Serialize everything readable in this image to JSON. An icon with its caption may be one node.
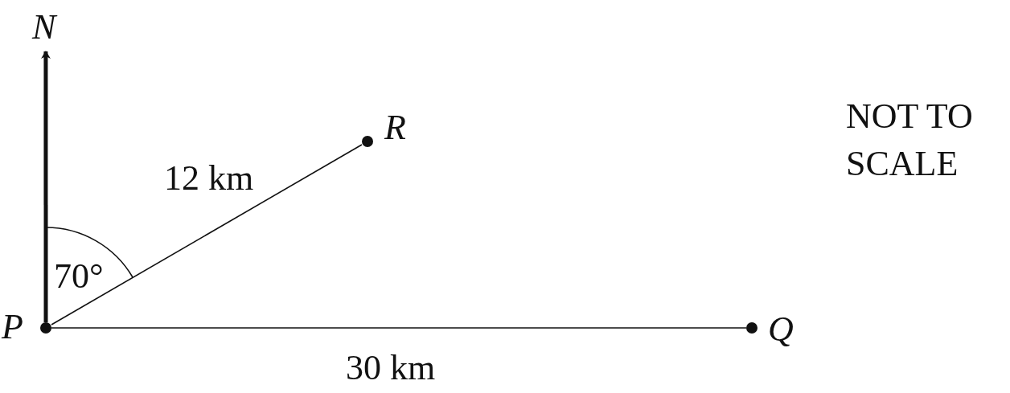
{
  "diagram": {
    "nodes": [
      {
        "text": [],
        "shape": "circle",
        "beside": [
          "P"
        ]
      },
      {
        "text": [
          "N"
        ]
      },
      {
        "text": [],
        "shape": "circle",
        "beside": [
          "R"
        ]
      },
      {
        "text": [],
        "shape": "circle",
        "beside": [
          "Q"
        ]
      }
    ],
    "edges": [
      {
        "from": 0,
        "to": 1,
        "arrow": "to",
        "style": "thick"
      },
      {
        "from": 0,
        "to": 2,
        "arrow": "none",
        "label": "12 km"
      },
      {
        "from": 0,
        "to": 3,
        "arrow": "none",
        "label": "30 km"
      }
    ],
    "labels": [
      "70°",
      "NOT TO SCALE"
    ]
  }
}
